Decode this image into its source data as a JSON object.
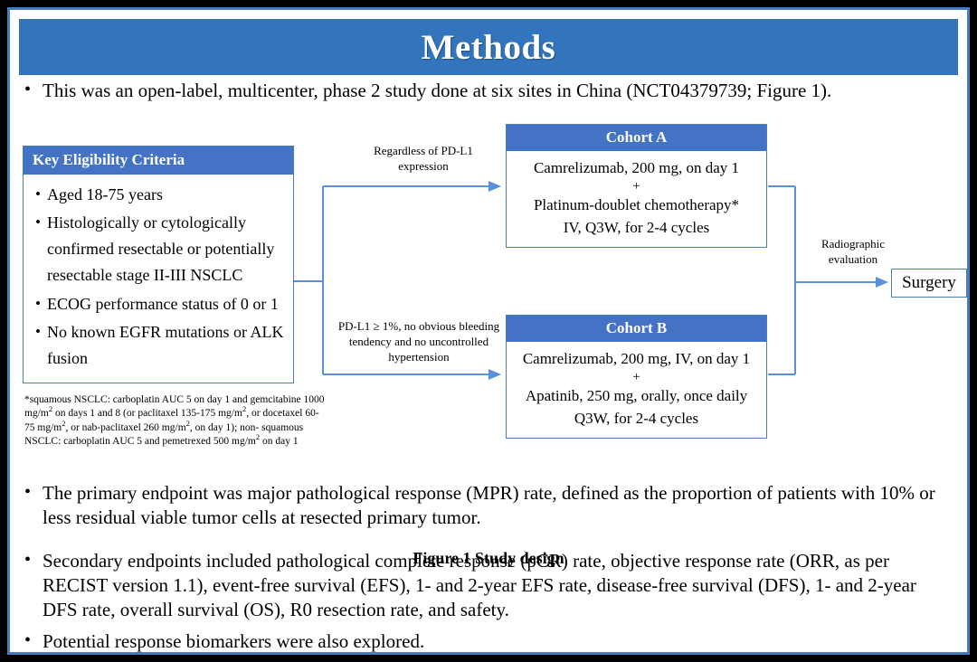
{
  "slide": {
    "title": "Methods",
    "accent_blue": "#4472C4",
    "banner_blue": "#3275BC",
    "border_blue": "#4A7EBB",
    "connector_blue": "#5B8EDB"
  },
  "intro_bullet": {
    "dot": "•",
    "text": "This was an open-label, multicenter, phase 2 study done at six sites in China (NCT04379739; Figure 1)."
  },
  "figure": {
    "caption": "Figure 1 Study design",
    "eligibility": {
      "header": "Key  Eligibility Criteria",
      "items": [
        "Aged 18-75 years",
        "Histologically or cytologically confirmed resectable or potentially resectable stage II-III  NSCLC",
        "ECOG performance status of 0 or 1",
        "No known EGFR mutations or ALK fusion"
      ],
      "bullet": "•"
    },
    "footnote": {
      "line1_a": "*squamous NSCLC: carboplatin AUC 5 on day 1 and gemcitabine 1000 mg/m",
      "line1_sup": "2",
      "line1_b": " on days 1 and 8 (or",
      "line2_a": "paclitaxel 135-175  mg/m",
      "line2_sup1": "2",
      "line2_b": ", or docetaxel 60-75 mg/m",
      "line2_sup2": "2",
      "line2_c": ", or nab-paclitaxel 260 mg/m",
      "line2_sup3": "2",
      "line2_d": ", on day 1); non-",
      "line3_a": "squamous NSCLC: carboplatin AUC 5 and pemetrexed 500 mg/m",
      "line3_sup": "2",
      "line3_b": " on day 1"
    },
    "cohort_a": {
      "header": "Cohort A",
      "line1": "Camrelizumab, 200 mg, on day 1",
      "plus": "+",
      "line2": "Platinum-doublet chemotherapy*",
      "line3": "IV, Q3W, for 2-4 cycles"
    },
    "cohort_b": {
      "header": "Cohort B",
      "line1": "Camrelizumab, 200 mg, IV, on day 1",
      "plus": "+",
      "line2": "Apatinib, 250 mg, orally, once daily",
      "line3": "Q3W, for 2-4 cycles"
    },
    "labels": {
      "regardless": "Regardless  of PD-L1 expression",
      "pdl1": "PD-L1 ≥ 1%, no obvious bleeding tendency and no uncontrolled  hypertension",
      "radiographic": "Radiographic evaluation"
    },
    "surgery": {
      "label": "Surgery"
    }
  },
  "endpoint_bullets": [
    {
      "dot": "•",
      "text": "The primary endpoint was major pathological response (MPR) rate, defined as the proportion of patients with 10% or less residual viable tumor cells at resected primary tumor."
    },
    {
      "dot": "•",
      "text": "Secondary endpoints included pathological complete response (pCR) rate, objective response rate (ORR, as per RECIST version 1.1), event-free survival (EFS), 1- and 2-year EFS rate, disease-free survival (DFS), 1- and 2-year DFS rate, overall survival (OS), R0 resection rate, and safety."
    },
    {
      "dot": "•",
      "text": "Potential response biomarkers were also explored."
    }
  ]
}
